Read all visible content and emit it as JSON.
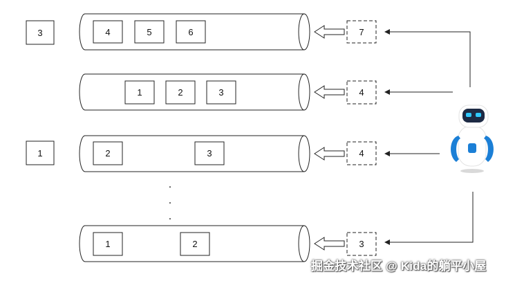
{
  "colors": {
    "stroke": "#222222",
    "robot_body": "#ffffff",
    "robot_accent": "#1b7fd6",
    "robot_visor": "#1d2a44",
    "robot_eye": "#30c8ff"
  },
  "rows": [
    {
      "side_label": "3",
      "in_tube": [
        "4",
        "5",
        "6"
      ],
      "incoming": "7"
    },
    {
      "side_label": "",
      "in_tube": [
        "1",
        "2",
        "3"
      ],
      "incoming": "4"
    },
    {
      "side_label": "1",
      "in_tube": [
        "2",
        "3"
      ],
      "incoming": "4"
    },
    {
      "side_label": "",
      "in_tube": [
        "1",
        "2"
      ],
      "incoming": "3"
    }
  ],
  "continuation_dots": [
    ".",
    ".",
    "."
  ],
  "robot": {
    "icon": "robot-icon"
  },
  "watermark": "掘金技术社区 @ Kida的躺平小屋"
}
